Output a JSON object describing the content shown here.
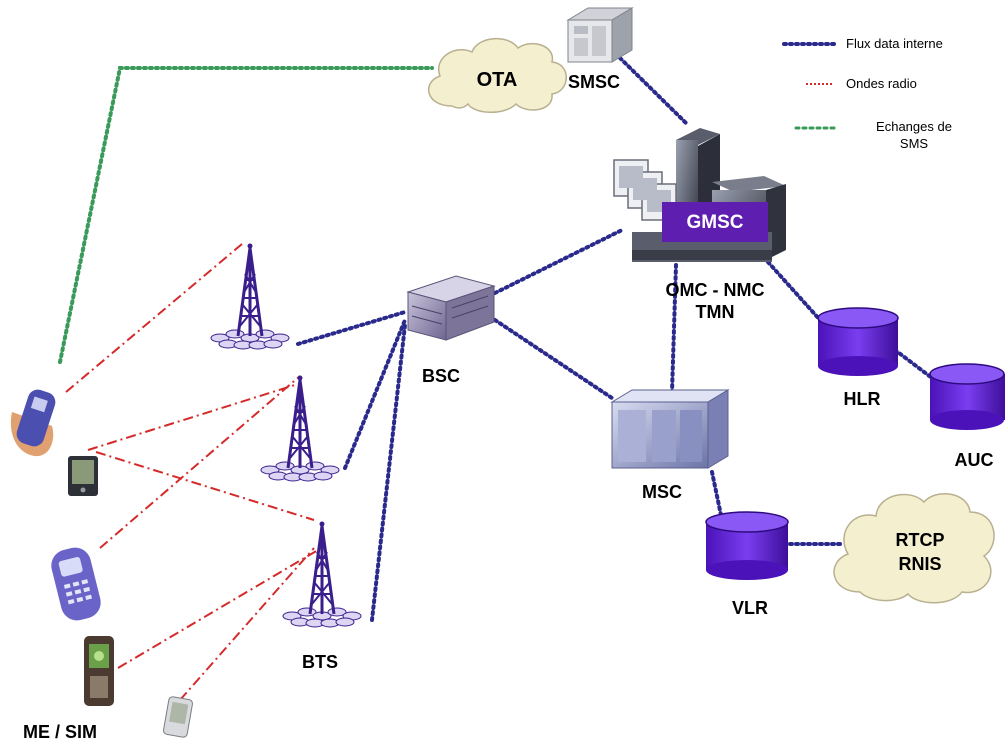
{
  "legend": {
    "internal_data": "Flux data interne",
    "radio_waves": "Ondes radio",
    "sms_exchange_line1": "Echanges de",
    "sms_exchange_line2": "SMS"
  },
  "nodes": {
    "ota": "OTA",
    "smsc": "SMSC",
    "gmsc": "GMSC",
    "omc_line1": "OMC - NMC",
    "omc_line2": "TMN",
    "bsc": "BSC",
    "msc": "MSC",
    "hlr": "HLR",
    "auc": "AUC",
    "vlr": "VLR",
    "rtcp_line1": "RTCP",
    "rtcp_line2": "RNIS",
    "bts": "BTS",
    "me_sim": "ME / SIM"
  },
  "colors": {
    "internal_data": "#2a2a8c",
    "radio_waves": "#d42a2a",
    "sms_exchange": "#3a9a5a",
    "database": "#6a22d8",
    "tower": "#3a1f8c",
    "cloud": "#f4efcf"
  }
}
